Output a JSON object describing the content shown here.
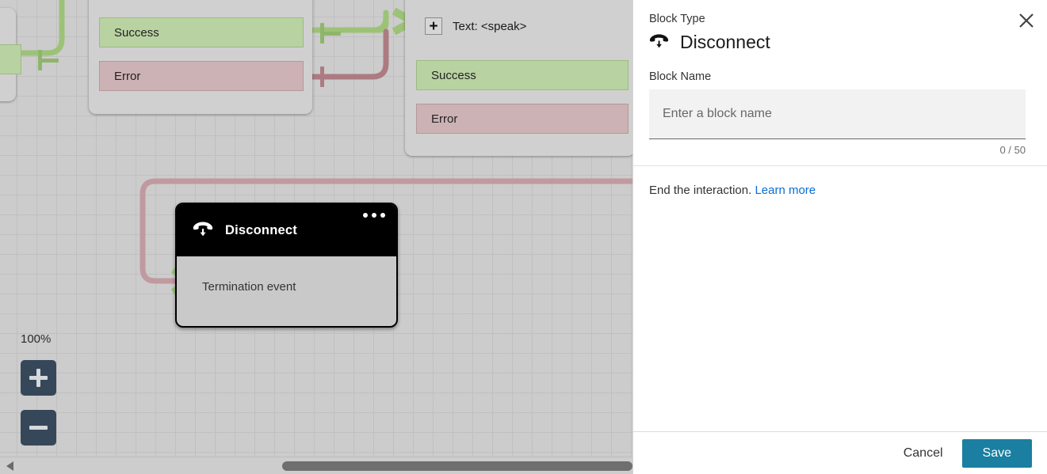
{
  "canvas": {
    "zoom_level": "100%",
    "zoom_in_icon": "plus-icon",
    "zoom_out_icon": "minus-icon",
    "blocks": [
      {
        "id": "block-a",
        "rows": [
          {
            "label": "Success",
            "type": "success"
          },
          {
            "label": "Error",
            "type": "error"
          }
        ]
      },
      {
        "id": "block-b",
        "header_icon": "plus-icon",
        "header_label": "Text: <speak>",
        "rows": [
          {
            "label": "Success",
            "type": "success"
          },
          {
            "label": "Error",
            "type": "error"
          }
        ]
      },
      {
        "id": "block-z",
        "rows": [
          {
            "label": "",
            "type": "success"
          }
        ]
      }
    ],
    "disconnect_node": {
      "icon": "phone-hangup-icon",
      "title": "Disconnect",
      "menu_icon": "more-options-icon",
      "body_label": "Termination event"
    }
  },
  "panel": {
    "close_icon": "close-icon",
    "block_type_label": "Block Type",
    "block_type_icon": "phone-hangup-icon",
    "block_type_name": "Disconnect",
    "block_name_label": "Block Name",
    "block_name_value": "",
    "block_name_placeholder": "Enter a block name",
    "char_counter": "0 / 50",
    "description": "End the interaction.",
    "learn_more_label": "Learn more",
    "cancel_label": "Cancel",
    "save_label": "Save"
  },
  "colors": {
    "success": "#b9d2a1",
    "error": "#cdb2b5",
    "save_button": "#1a7fa0",
    "link": "#0a6dd4",
    "node_header": "#000000",
    "zoom_button": "#37475a"
  }
}
